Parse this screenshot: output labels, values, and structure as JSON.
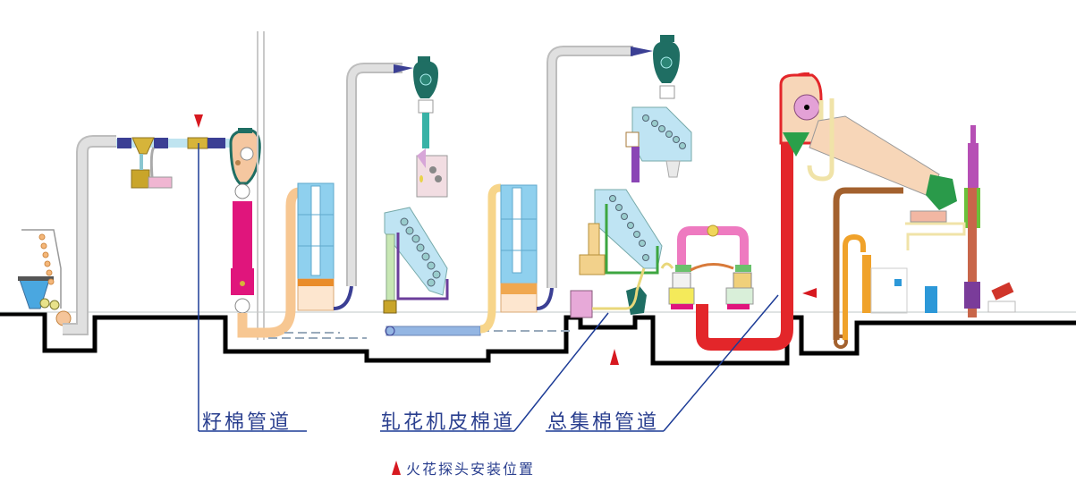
{
  "diagram": {
    "type": "process-flow",
    "title": "",
    "subject": "cotton ginning line with spark detector mounting positions",
    "colors": {
      "label_text": "#2a3f8f",
      "leader_line": "#1c3b96",
      "marker": "#d71920",
      "floor_outline": "#000000",
      "fan_body": "#1f6e63",
      "duct_gray": "#c8c8c8",
      "tower_blue": "#8fd0ee",
      "red_duct": "#e3262a",
      "magenta_column": "#e0157c"
    },
    "labels": [
      {
        "id": "seed-cotton-duct",
        "text": "籽棉管道"
      },
      {
        "id": "gin-lint-duct",
        "text": "轧花机皮棉道"
      },
      {
        "id": "main-lint-duct",
        "text": "总集棉管道"
      }
    ],
    "markers": [
      {
        "id": "marker-seed-cotton",
        "direction": "down",
        "associated_label": "seed-cotton-duct"
      },
      {
        "id": "marker-gin-lint",
        "direction": "up",
        "associated_label": "gin-lint-duct"
      },
      {
        "id": "marker-main-lint",
        "direction": "left",
        "associated_label": "main-lint-duct"
      }
    ],
    "legend": {
      "symbol": "red-triangle",
      "text": "火花探头安装位置"
    }
  }
}
